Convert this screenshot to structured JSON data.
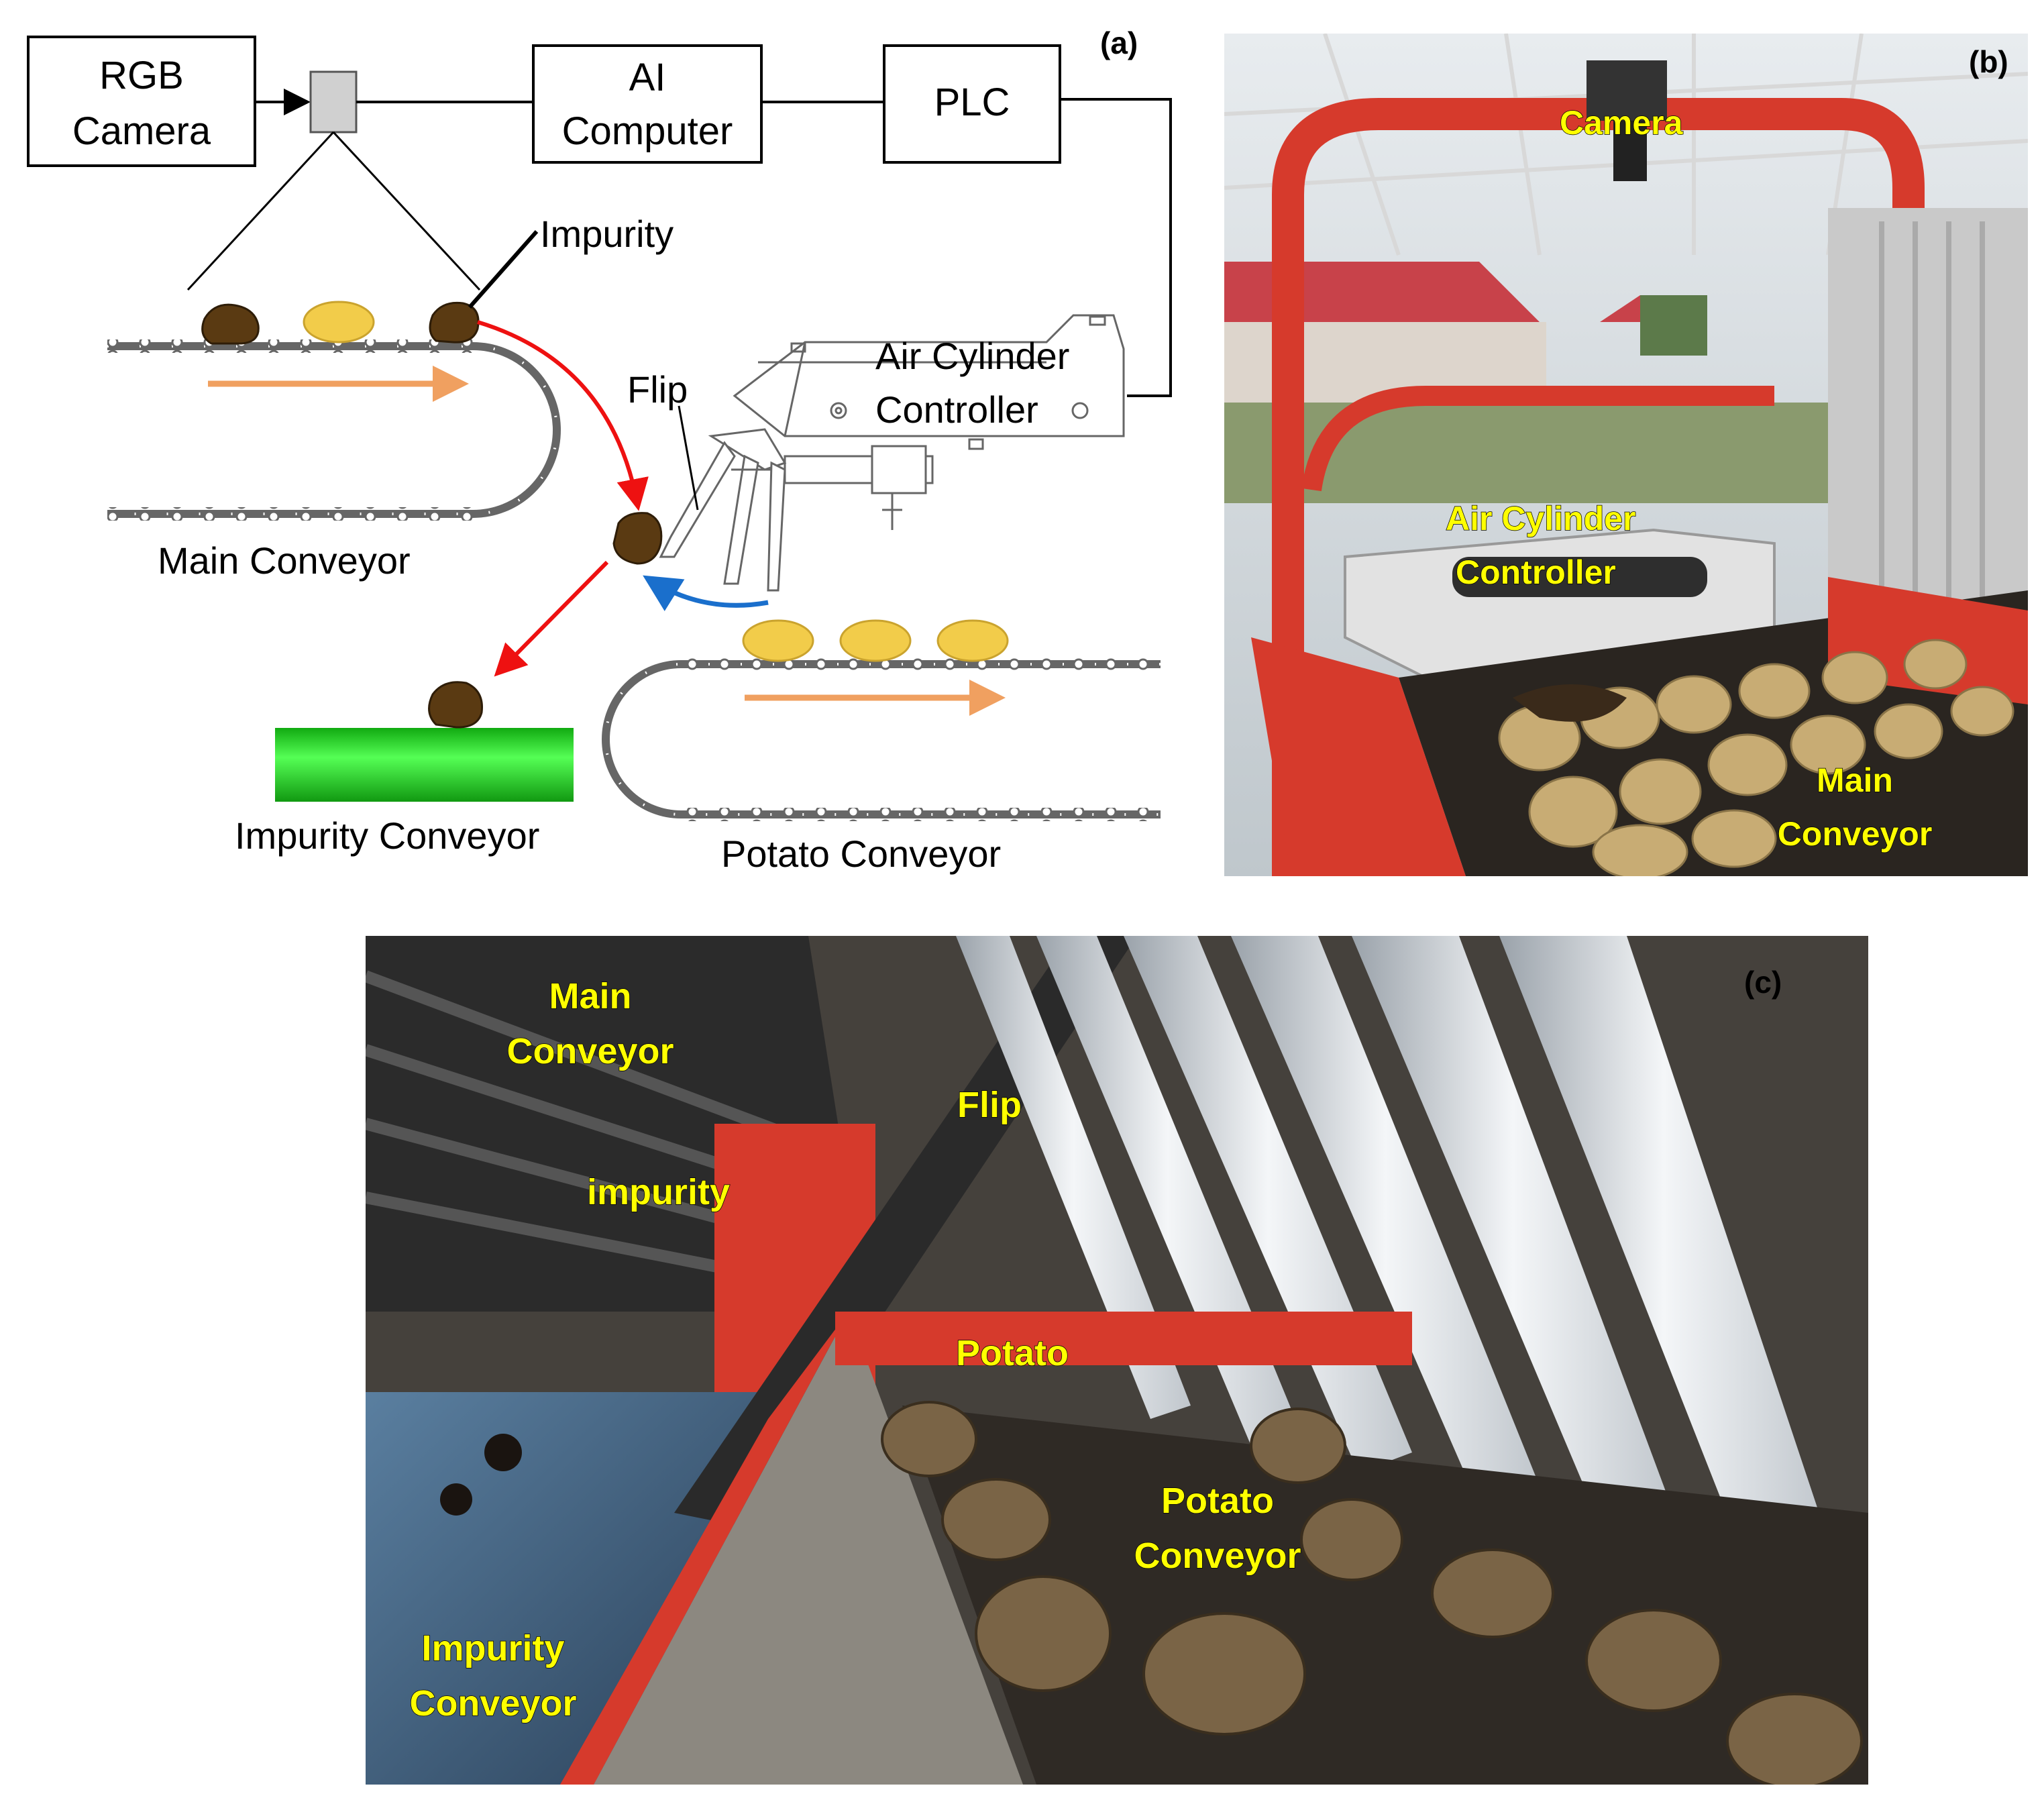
{
  "panel_a": {
    "letter": "(a)",
    "rgb_camera": [
      "RGB",
      "Camera"
    ],
    "ai_computer": [
      "AI",
      "Computer"
    ],
    "plc": "PLC",
    "impurity_label": "Impurity",
    "flip_label": "Flip",
    "air_cylinder_controller": [
      "Air Cylinder",
      "Controller"
    ],
    "main_conveyor": "Main Conveyor",
    "impurity_conveyor": "Impurity  Conveyor",
    "potato_conveyor": "Potato Conveyor"
  },
  "panel_b": {
    "letter": "(b)",
    "camera": "Camera",
    "air_cylinder_controller": [
      "Air Cylinder",
      "Controller"
    ],
    "main_conveyor": [
      "Main",
      "Conveyor"
    ]
  },
  "panel_c": {
    "letter": "(c)",
    "main_conveyor": [
      "Main",
      "Conveyor"
    ],
    "flip": "Flip",
    "impurity": "impurity",
    "potato": "Potato",
    "potato_conveyor": [
      "Potato",
      "Conveyor"
    ],
    "impurity_conveyor": [
      "Impurity",
      "Conveyor"
    ]
  },
  "colors": {
    "potato": "#f2cc4a",
    "impurity": "#5a3a12",
    "red_arrow": "#ee1111",
    "blue_arrow": "#1a6fcc",
    "orange_arrow": "#f0a060",
    "impurity_belt": "#22dd22",
    "label_yellow": "#ffff00",
    "frame_red": "#d63a2c"
  }
}
